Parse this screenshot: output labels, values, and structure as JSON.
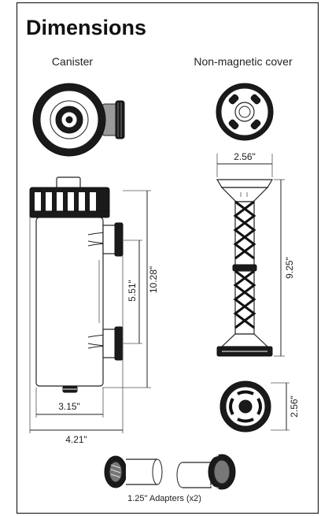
{
  "title": "Dimensions",
  "canister": {
    "heading": "Canister",
    "width_outer": "4.21\"",
    "width_body": "3.15\"",
    "port_spacing": "5.51\"",
    "height": "10.28\""
  },
  "cover": {
    "heading": "Non-magnetic cover",
    "top_width": "2.56\"",
    "length": "9.25\"",
    "base_diameter": "2.56\""
  },
  "adapters": {
    "caption": "1.25\" Adapters (x2)"
  }
}
